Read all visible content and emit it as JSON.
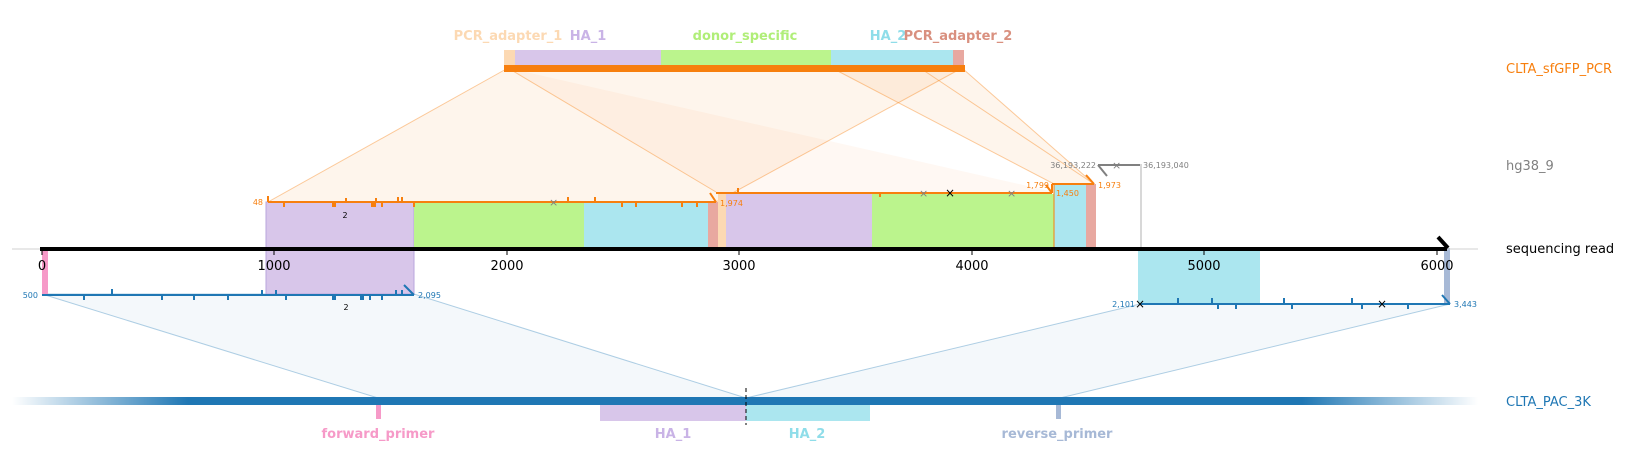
{
  "colors": {
    "pcr": "#f77f0e",
    "hg": "#808080",
    "pac": "#1f77b4",
    "ha1": "#d8c6ea",
    "donor": "#bbf48d",
    "ha2": "#abe6ef",
    "adapter1": "#fcd9b3",
    "adapter2": "#e8a8a0",
    "fwd": "#f69ac8",
    "rev": "#a7b9d6"
  },
  "tracks": {
    "pcr": "CLTA_sfGFP_PCR",
    "hg": "hg38_9",
    "read": "sequencing read",
    "pac": "CLTA_PAC_3K"
  },
  "top_features": {
    "pcr_adapter_1": "PCR_adapter_1",
    "ha_1": "HA_1",
    "donor_specific": "donor_specific",
    "ha_2": "HA_2",
    "pcr_adapter_2": "PCR_adapter_2"
  },
  "bottom_features": {
    "forward_primer": "forward_primer",
    "ha_1": "HA_1",
    "ha_2": "HA_2",
    "reverse_primer": "reverse_primer"
  },
  "axis": {
    "ticks": [
      "0",
      "1000",
      "2000",
      "3000",
      "4000",
      "5000",
      "6000"
    ]
  },
  "coords": {
    "pcr1_start": "48",
    "pcr1_end": "1,974",
    "pcr2_start": "1,799",
    "pcr2_end": "1,450",
    "pcr2_right": "1,973",
    "hg_start": "36,193,222",
    "hg_end": "36,193,040",
    "pac1_start": "500",
    "pac1_end": "2,095",
    "pac2_start": "2,101",
    "pac2_end": "3,443",
    "count_top": "2",
    "count_bottom": "2"
  }
}
